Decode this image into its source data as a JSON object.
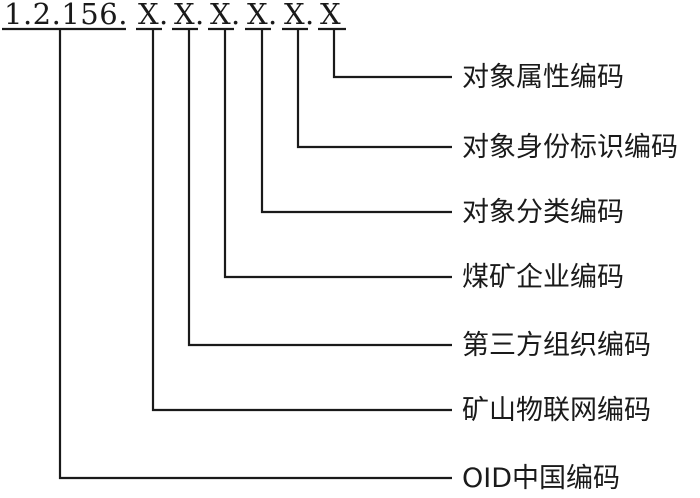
{
  "code": {
    "prefix": "1.2.156.",
    "segments": [
      "X",
      "X",
      "X",
      "X",
      "X",
      "X"
    ],
    "separator": "."
  },
  "labels": [
    "对象属性编码",
    "对象身份标识编码",
    "对象分类编码",
    "煤矿企业编码",
    "第三方组织编码",
    "矿山物联网编码",
    "OID中国编码"
  ]
}
